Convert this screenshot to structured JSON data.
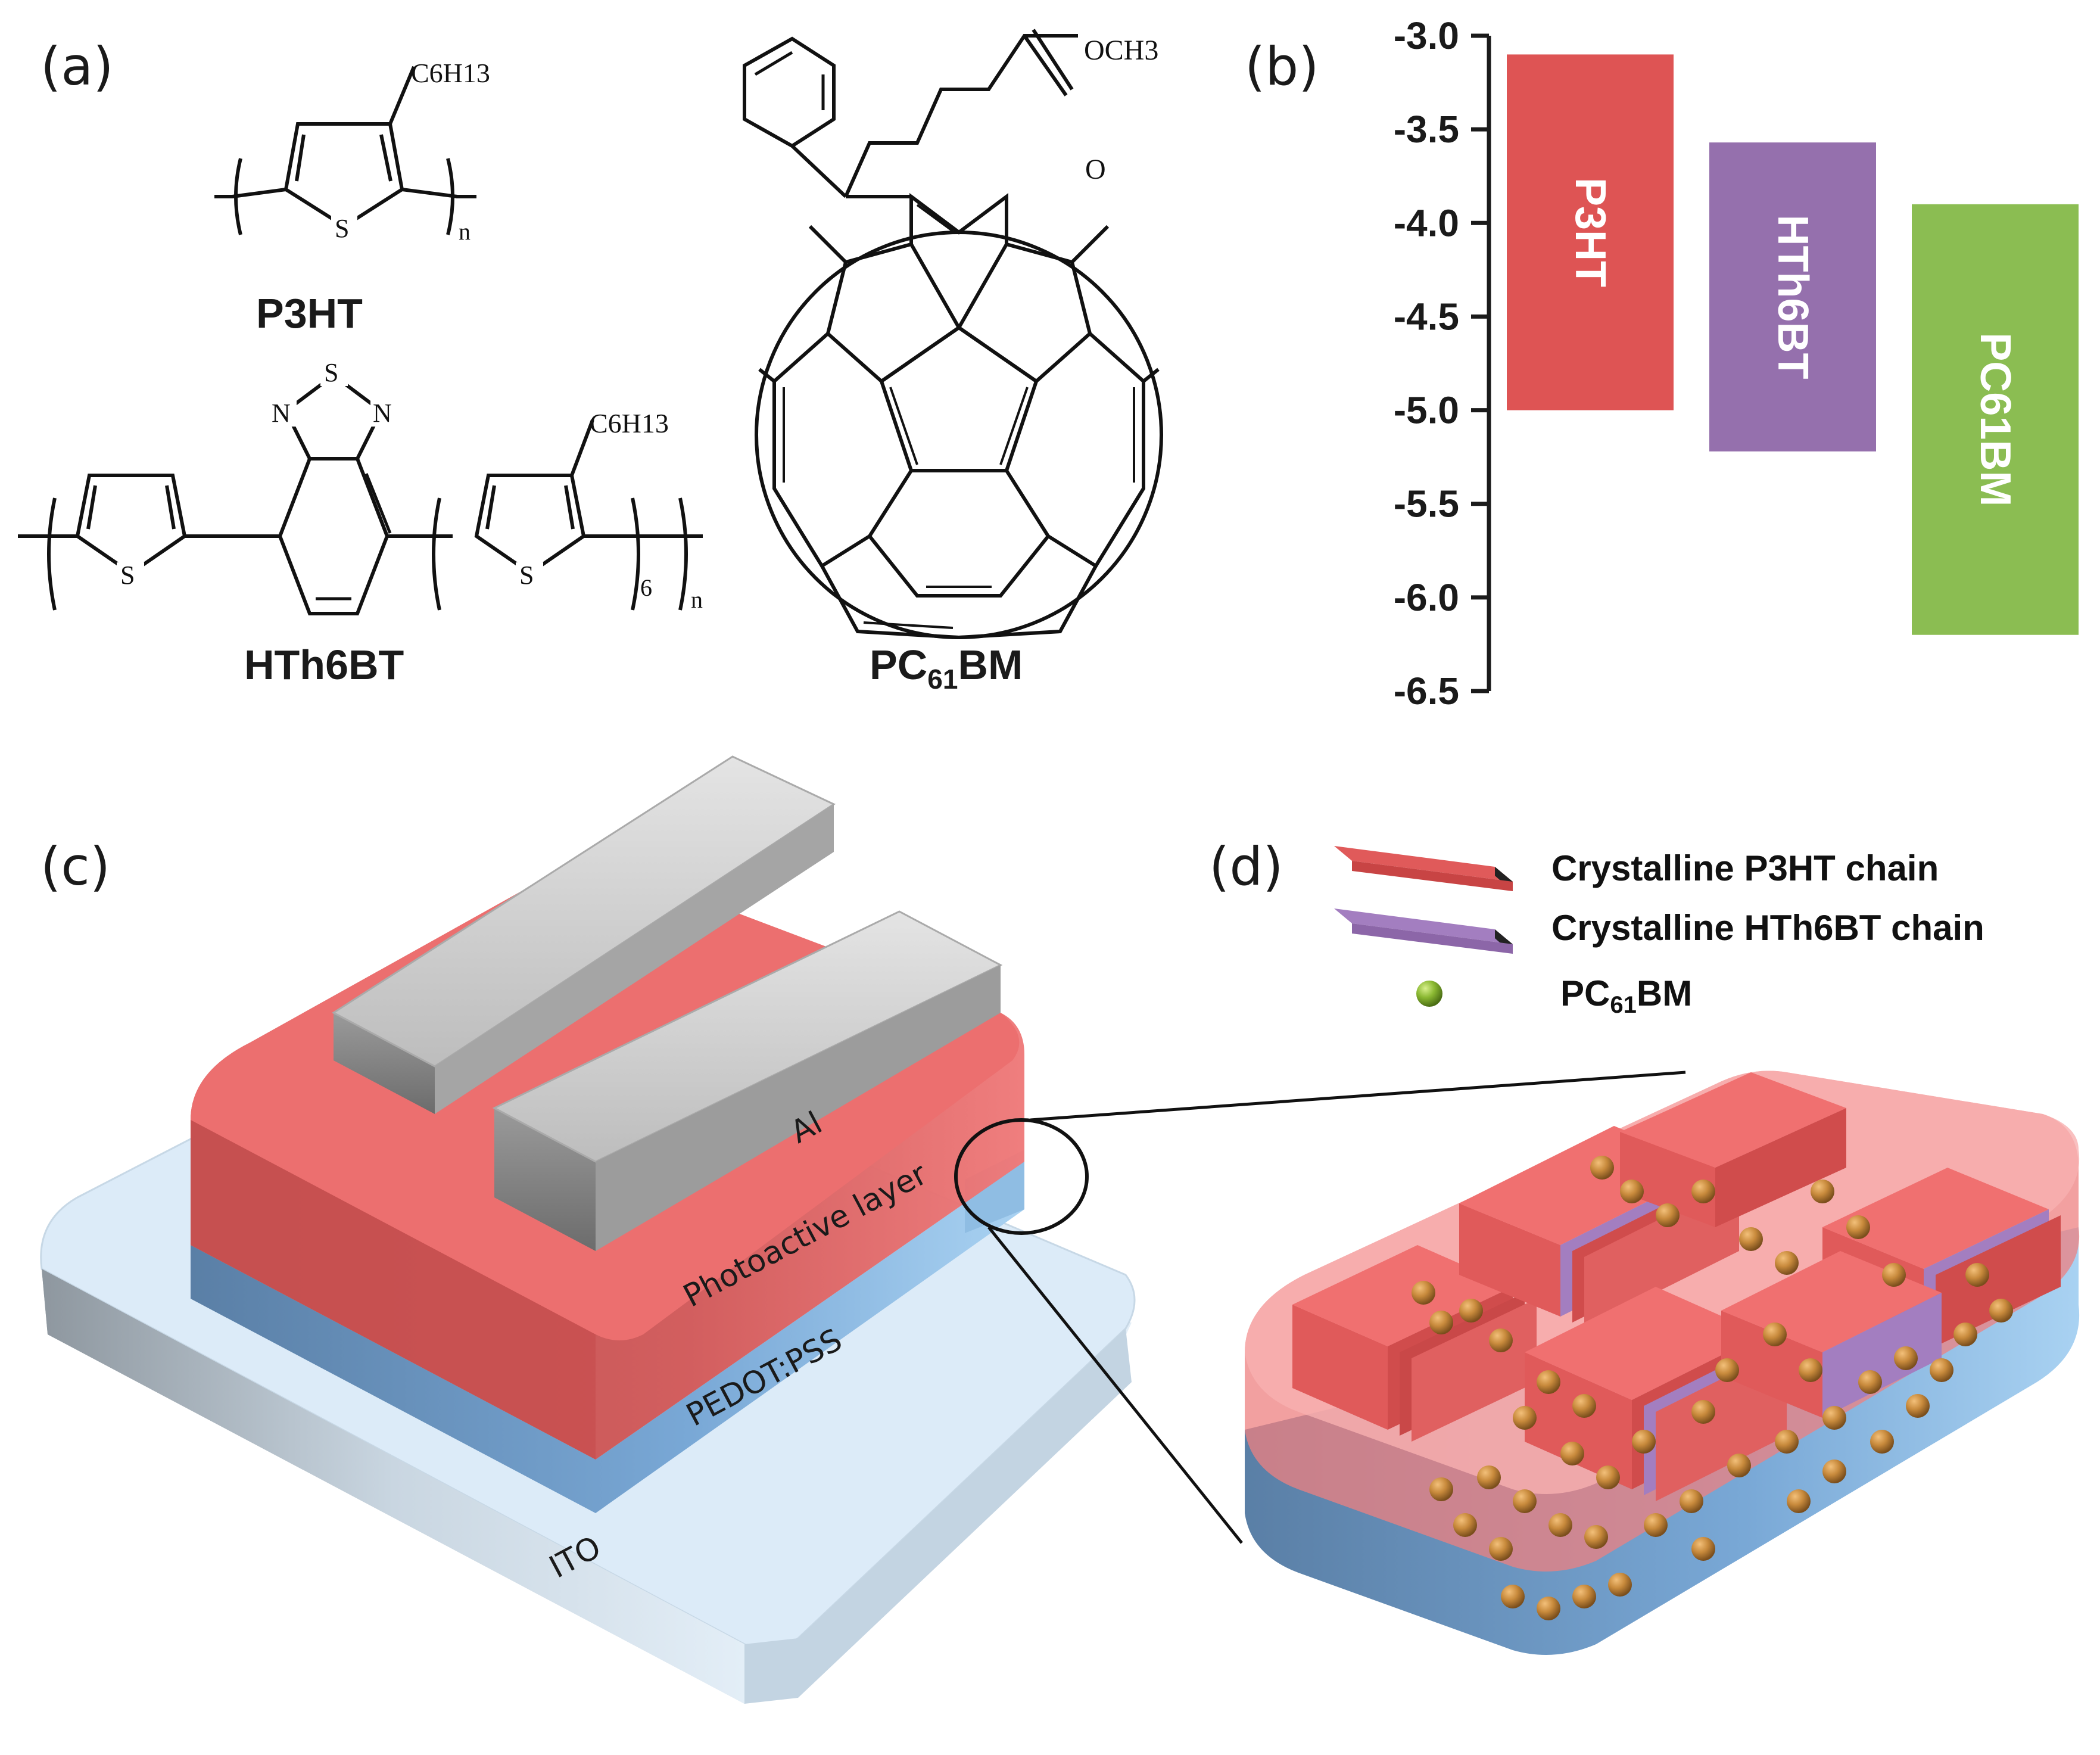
{
  "panels": {
    "a": {
      "label": "(a)"
    },
    "b": {
      "label": "(b)"
    },
    "c": {
      "label": "(c)"
    },
    "d": {
      "label": "(d)"
    }
  },
  "molecules": {
    "p3ht": {
      "name": "P3HT",
      "sidechain": "C6H13",
      "repeat": "n",
      "heteroatom": "S"
    },
    "hth6bt": {
      "name": "HTh6BT",
      "sidechain": "C6H13",
      "repeat_inner": "6",
      "repeat_outer": "n",
      "heteroatoms": [
        "S",
        "N",
        "N"
      ]
    },
    "pcbm": {
      "name_prefix": "PC",
      "name_sub": "61",
      "name_suffix": "BM",
      "ester": "OCH3",
      "carbonyl": "O"
    }
  },
  "chart_data": {
    "type": "bar",
    "title": "",
    "ylabel": "",
    "ylim": [
      -6.5,
      -3.0
    ],
    "yticks": [
      "-3.0",
      "-3.5",
      "-4.0",
      "-4.5",
      "-5.0",
      "-5.5",
      "-6.0",
      "-6.5"
    ],
    "series": [
      {
        "name": "P3HT",
        "lumo": -3.1,
        "homo": -5.0,
        "color": "#de5454"
      },
      {
        "name": "HTh6BT",
        "lumo": -3.57,
        "homo": -5.22,
        "color": "#9570ad"
      },
      {
        "name": "PC61BM",
        "lumo": -3.9,
        "homo": -6.2,
        "color": "#8bbd52"
      }
    ]
  },
  "device": {
    "layers": [
      "Al",
      "Photoactive layer",
      "PEDOT:PSS",
      "ITO"
    ],
    "colors": {
      "al": "#c8c8c8",
      "active": "#e05a5a",
      "pedot": "#8fbde3",
      "ito": "#d7e8f6"
    }
  },
  "legend": {
    "p3ht_chain": "Crystalline P3HT chain",
    "hth6bt_chain": "Crystalline HTh6BT chain",
    "pcbm_prefix": "PC",
    "pcbm_sub": "61",
    "pcbm_suffix": "BM"
  }
}
